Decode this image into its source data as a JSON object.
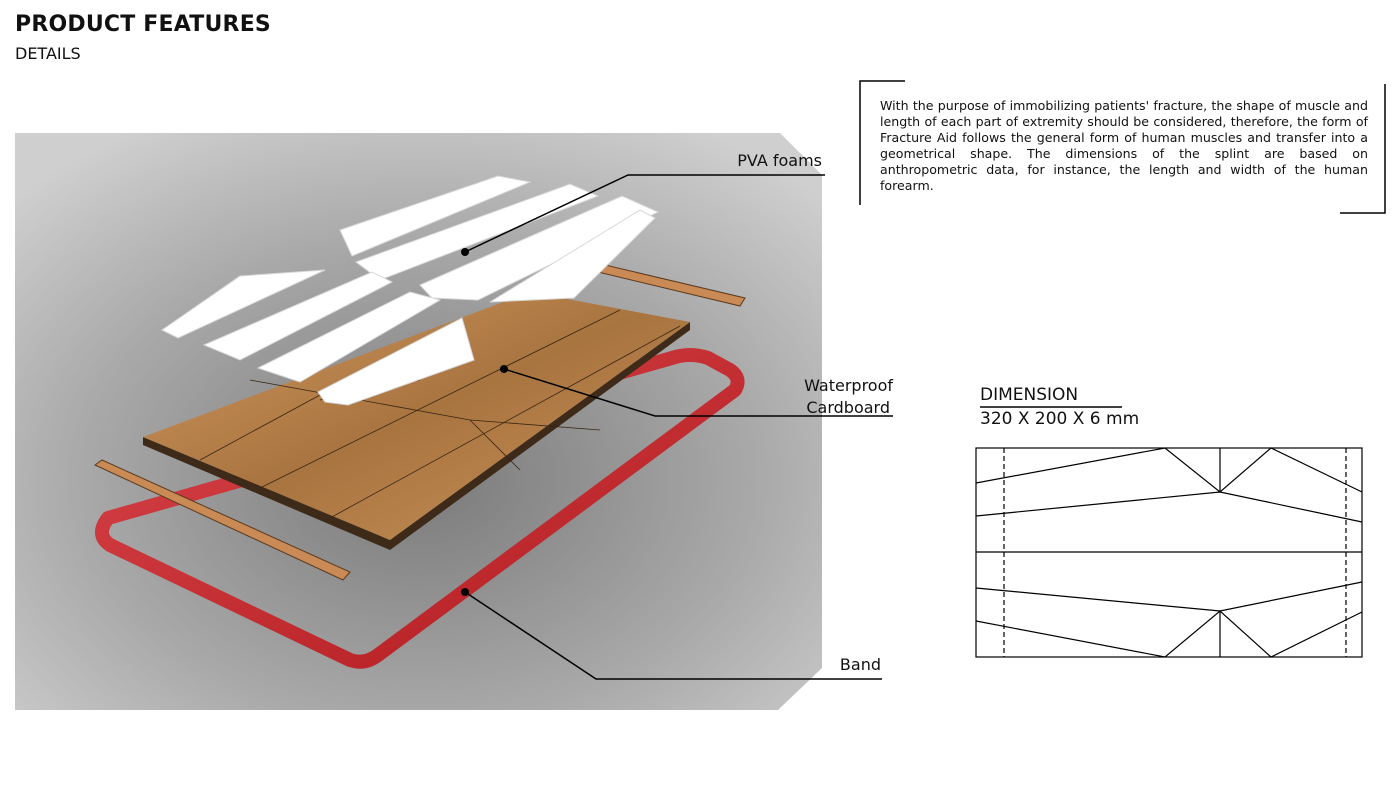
{
  "header": {
    "title": "PRODUCT FEATURES",
    "subtitle": "DETAILS"
  },
  "callouts": {
    "pva": "PVA foams",
    "cardboard_line1": "Waterproof",
    "cardboard_line2": "Cardboard",
    "band": "Band"
  },
  "description": "With the purpose of immobilizing patients' fracture, the shape of muscle and length of each part of extremity should be considered, therefore, the form of Fracture Aid follows the general form of human muscles and transfer into a geometrical shape. The dimensions of the splint are based on anthropometric data, for instance, the length and width of the human forearm.",
  "dimension": {
    "title": "DIMENSION",
    "value": "320 X 200 X 6 mm"
  },
  "colors": {
    "band": "#c0262a",
    "cardboard": "#c98a55",
    "foam": "#ffffff",
    "backdrop": "#c4c4c4"
  }
}
